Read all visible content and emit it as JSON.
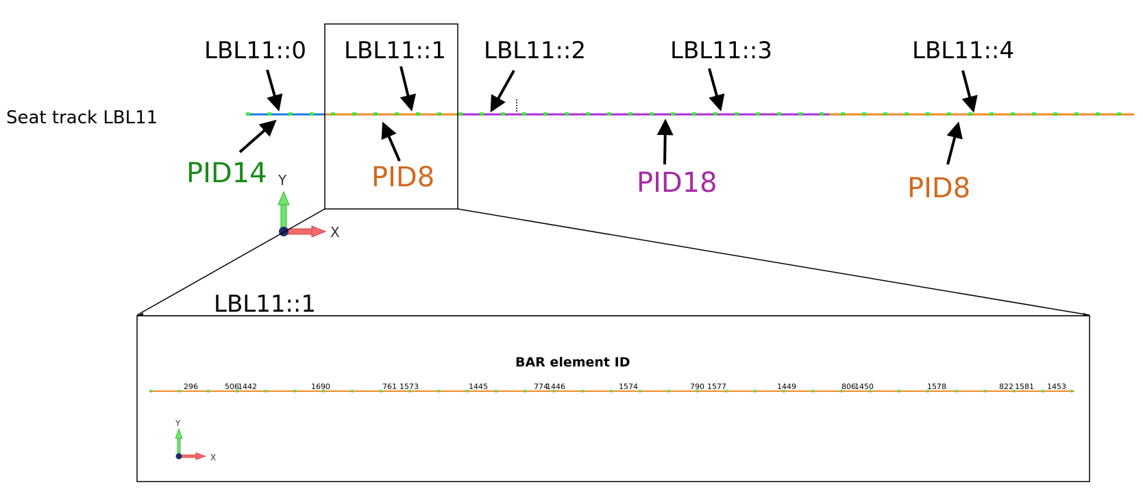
{
  "track_title": "Seat track LBL11",
  "segments": [
    "LBL11::0",
    "LBL11::1",
    "LBL11::2",
    "LBL11::3",
    "LBL11::4"
  ],
  "pids": [
    {
      "label": "PID14",
      "color": "#178a17"
    },
    {
      "label": "PID8",
      "color": "#d2691e"
    },
    {
      "label": "PID18",
      "color": "#a52ba5"
    },
    {
      "label": "PID8",
      "color": "#d2691e"
    }
  ],
  "segment_colors": {
    "pid14": "#1e78e6",
    "pid8": "#f08a24",
    "pid18": "#a52ba5",
    "node": "#44e544"
  },
  "axis": {
    "x_label": "X",
    "y_label": "Y",
    "x_color": "#f26a6a",
    "y_color": "#6ee66e",
    "origin_color": "#1f2b6b"
  },
  "inset": {
    "segment_label": "LBL11::1",
    "title": "BAR element ID",
    "element_ids": [
      "296",
      "506",
      "1442",
      "1690",
      "761",
      "1573",
      "1445",
      "774",
      "1446",
      "1574",
      "790",
      "1577",
      "1449",
      "806",
      "1450",
      "1578",
      "822",
      "1581",
      "1453"
    ]
  }
}
